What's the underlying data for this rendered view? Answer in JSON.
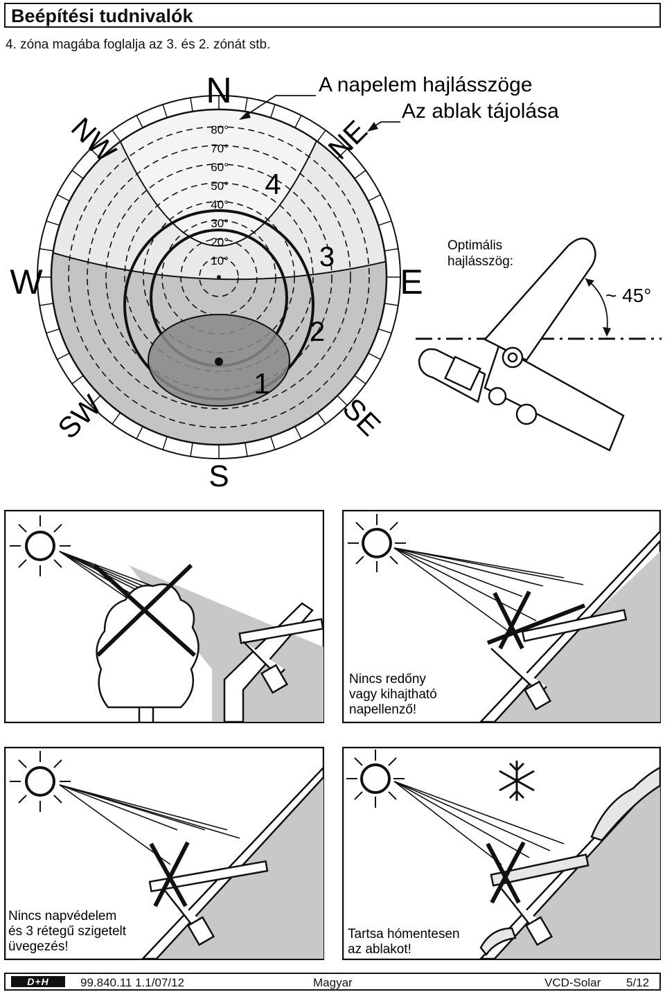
{
  "header": {
    "title": "Beépítési tudnivalók",
    "subtitle": "4. zóna magába foglalja az 3. és 2. zónát stb."
  },
  "compass": {
    "directions": {
      "n": "N",
      "ne": "NE",
      "e": "E",
      "se": "SE",
      "s": "S",
      "sw": "SW",
      "w": "W",
      "nw": "NW"
    },
    "angles": [
      "80°",
      "70°",
      "60°",
      "50°",
      "40°",
      "30°",
      "20°",
      "10°"
    ],
    "zones": [
      "1",
      "2",
      "3",
      "4"
    ],
    "callout_tilt": "A napelem hajlásszöge",
    "callout_orientation": "Az ablak tájolása"
  },
  "optimal": {
    "label_line1": "Optimális",
    "label_line2": "hajlásszög:",
    "angle": "~ 45°"
  },
  "panels": {
    "p2_line1": "Nincs redőny",
    "p2_line2": "vagy kihajtható",
    "p2_line3": "napellenző!",
    "p3_line1": "Nincs napvédelem",
    "p3_line2": "és 3 rétegű szigetelt",
    "p3_line3": "üvegezés!",
    "p4_line1": "Tartsa hómentesen",
    "p4_line2": "az ablakot!"
  },
  "footer": {
    "logo": "D+H",
    "code": "99.840.11 1.1/07/12",
    "language": "Magyar",
    "product": "VCD-Solar",
    "page": "5/12"
  }
}
